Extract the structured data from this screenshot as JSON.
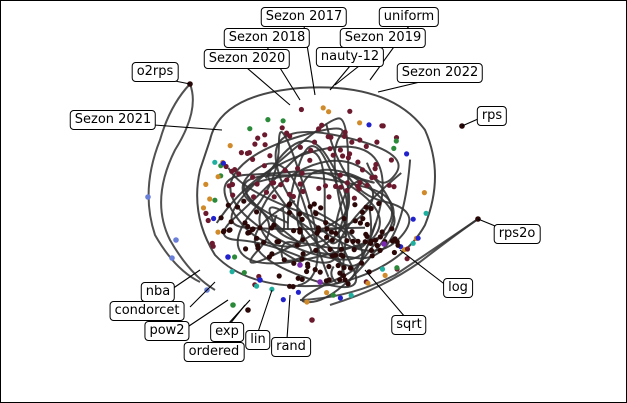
{
  "labels": {
    "sezon_2017": "Sezon 2017",
    "uniform": "uniform",
    "sezon_2018": "Sezon 2018",
    "sezon_2019": "Sezon 2019",
    "sezon_2020": "Sezon 2020",
    "nauty_12": "nauty-12",
    "o2rps": "o2rps",
    "sezon_2022": "Sezon 2022",
    "rps": "rps",
    "sezon_2021": "Sezon 2021",
    "rps2o": "rps2o",
    "log": "log",
    "nba": "nba",
    "condorcet": "condorcet",
    "pow2": "pow2",
    "exp": "exp",
    "ordered": "ordered",
    "lin": "lin",
    "rand": "rand",
    "sqrt": "sqrt"
  },
  "colors": {
    "dot": "#6b1a2e",
    "dot_dark": "#2a0808",
    "path": "#333333",
    "blue": "#2222cc",
    "light_blue": "#6a7fd8",
    "teal": "#1fb0a0",
    "green": "#2a8a3a",
    "orange": "#d08a2a",
    "purple": "#7a2ab0"
  }
}
